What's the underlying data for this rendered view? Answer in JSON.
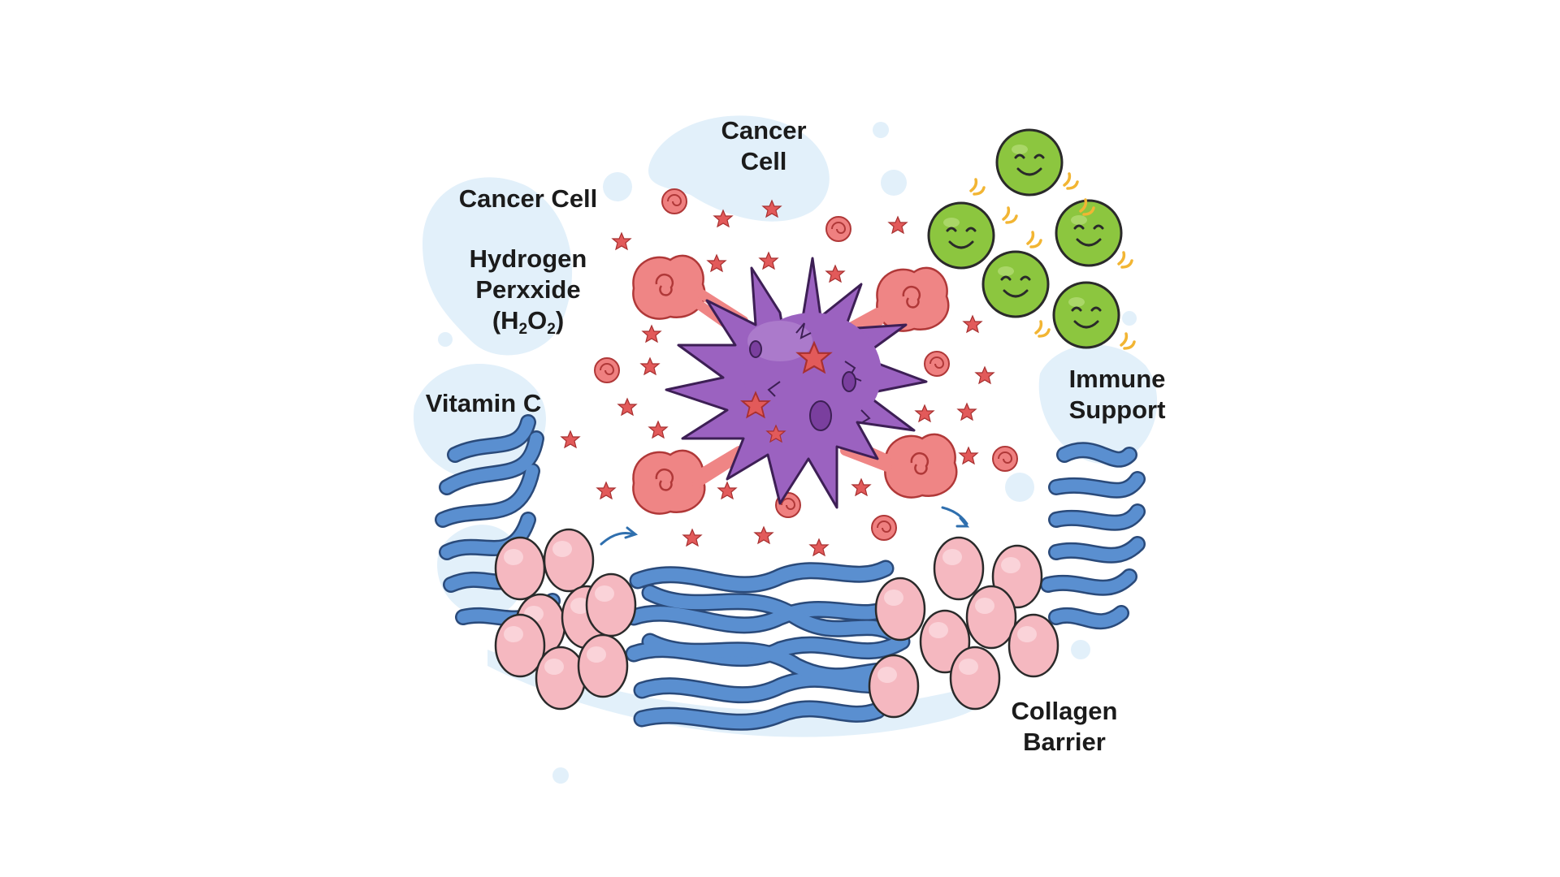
{
  "labels": {
    "cancer_cell_top": {
      "line1": "Cancer",
      "line2": "Cell"
    },
    "cancer_cell_left": "Cancer Cell",
    "hydrogen_peroxide": {
      "line1": "Hydrogen",
      "line2": "Perxxide",
      "formula_open": "(H",
      "formula_sub1": "2",
      "formula_mid": "O",
      "formula_sub2": "2",
      "formula_close": ")"
    },
    "vitamin_c": "Vitamin C",
    "immune_support": {
      "line1": "Immune",
      "line2": "Support"
    },
    "collagen_barrier": {
      "line1": "Collagen",
      "line2": "Barrier"
    }
  },
  "colors": {
    "bubble": "#e2f0fa",
    "cancer_cell": "#9b62c0",
    "cancer_cell_outline": "#3d1f55",
    "peroxide_burst": "#ef8585",
    "star_particle": "#e25a5a",
    "collagen_fiber": "#5a8fd0",
    "pink_cell": "#f5b8c0",
    "immune_cell": "#8cc63f",
    "spark": "#f2b533"
  },
  "icons": {
    "cancer_cell": "spiky-cancer-cell-icon",
    "immune_cell": "smiling-immune-cell-icon",
    "peroxide_burst": "peroxide-cloud-icon",
    "collagen": "collagen-fiber-icon"
  }
}
